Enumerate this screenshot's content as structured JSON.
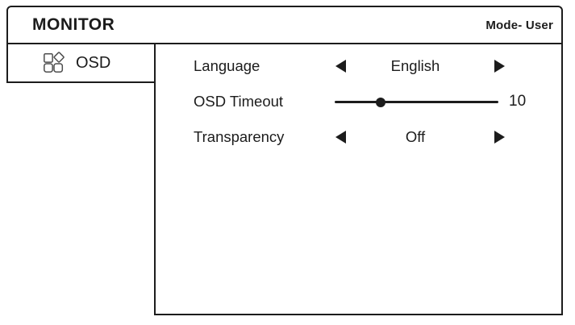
{
  "window": {
    "title": "MONITOR",
    "mode_label": "Mode- User"
  },
  "sidebar": {
    "items": [
      {
        "label": "OSD",
        "icon": "osd-grid-icon",
        "selected": true
      }
    ]
  },
  "main": {
    "rows": [
      {
        "type": "selector",
        "label": "Language",
        "value": "English"
      },
      {
        "type": "slider",
        "label": "OSD Timeout",
        "value": "10",
        "knob_percent": 28
      },
      {
        "type": "selector",
        "label": "Transparency",
        "value": "Off"
      }
    ]
  },
  "colors": {
    "border": "#1c1c1c",
    "text": "#1c1c1c",
    "icon_stroke": "#4d4d4d",
    "background": "#ffffff"
  }
}
